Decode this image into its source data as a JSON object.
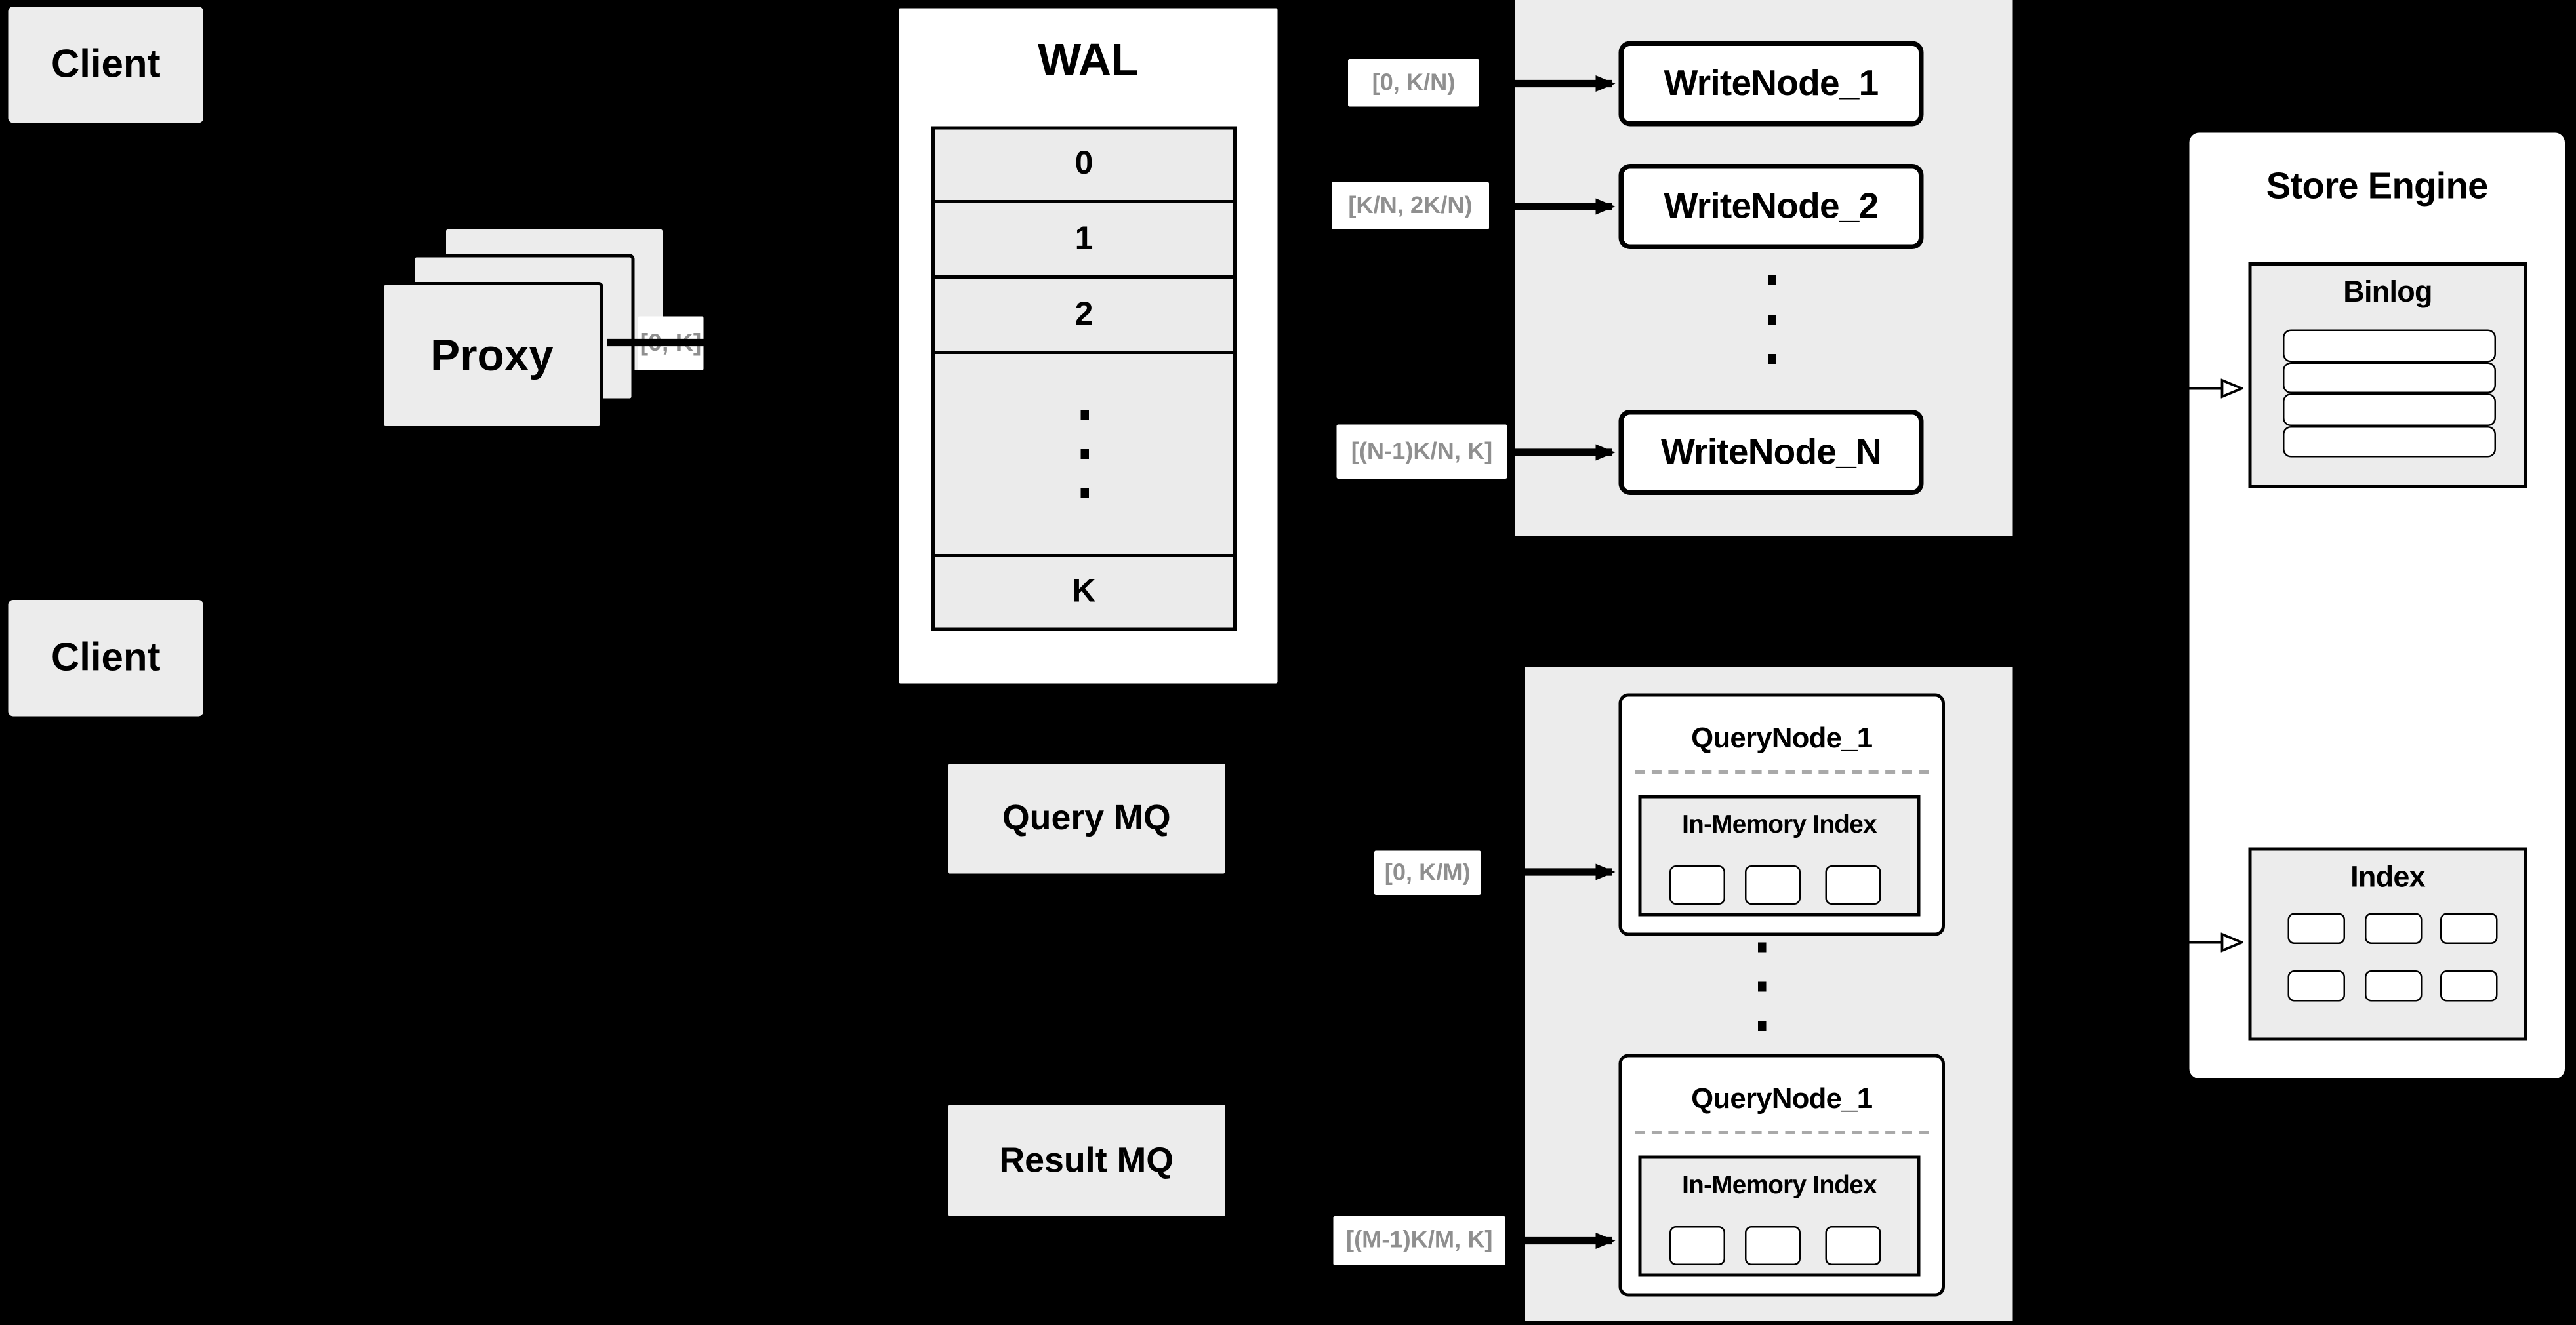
{
  "diagram": {
    "clients": [
      {
        "label": "Client"
      },
      {
        "label": "Client"
      }
    ],
    "proxy": {
      "label": "Proxy"
    },
    "wal": {
      "title": "WAL",
      "rows": [
        "0",
        "1",
        "2",
        "K"
      ]
    },
    "range_labels": {
      "proxy_out": "[0, K]",
      "wn1": "[0, K/N)",
      "wn2": "[K/N, 2K/N)",
      "wnN": "[(N-1)K/N, K]",
      "qn1": "[0, K/M)",
      "qnM": "[(M-1)K/M, K]"
    },
    "write_nodes": [
      {
        "label": "WriteNode_1"
      },
      {
        "label": "WriteNode_2"
      },
      {
        "label": "WriteNode_N"
      }
    ],
    "query_nodes": [
      {
        "title": "QueryNode_1",
        "index_title": "In-Memory Index"
      },
      {
        "title": "QueryNode_1",
        "index_title": "In-Memory Index"
      }
    ],
    "mq": {
      "query": "Query MQ",
      "result": "Result MQ"
    },
    "store_engine": {
      "title": "Store Engine",
      "binlog": "Binlog",
      "index": "Index"
    },
    "colors": {
      "background": "#000000",
      "panel_gray": "#ececec",
      "box_white": "#ffffff",
      "border": "#000000",
      "muted_label_text": "#8f8f8f"
    }
  }
}
